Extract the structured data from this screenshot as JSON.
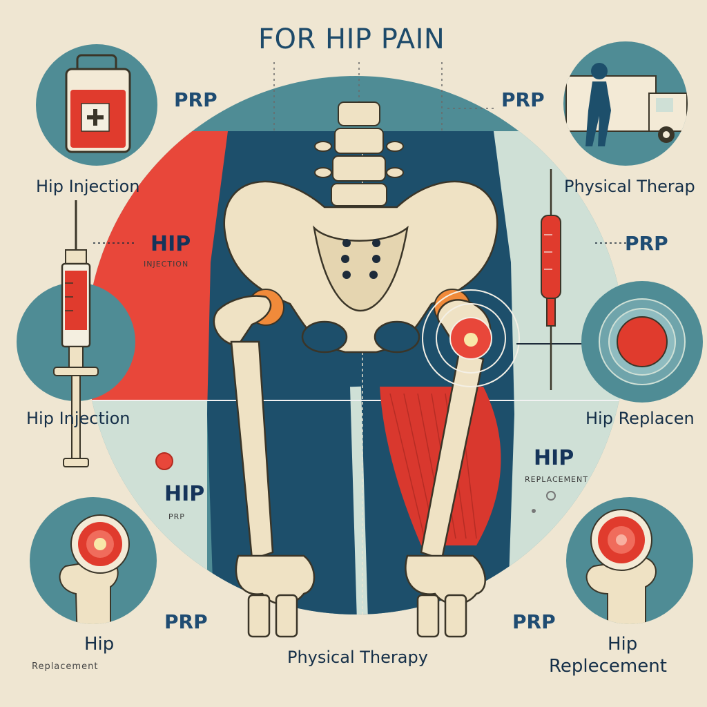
{
  "title": "FOR HIP PAIN",
  "colors": {
    "background": "#efe6d2",
    "teal": "#4f8c95",
    "navy": "#1d4f6b",
    "red": "#e8473a",
    "bone": "#efe2c4",
    "mint": "#cfe0d6"
  },
  "labels": {
    "prp_top_left": "PRP",
    "prp_top_right": "PRP",
    "prp_mid_right": "PRP",
    "prp_bottom_left": "PRP",
    "prp_bottom_right": "PRP",
    "hip_injection_1": "Hip Injection",
    "hip_injection_2": "Hip Injection",
    "physical_therapy_top": "Physical Therap",
    "hip_replacement_right": "Hip Replacen",
    "hip_band_red": "HIP",
    "hip_band_red_sub": "INJECTION",
    "hip_band_left": "HIP",
    "hip_band_left_sub": "PRP",
    "hip_band_right": "HIP",
    "hip_band_right_sub": "REPLACEMENT",
    "hip_bottom_left": "Hip",
    "hip_bottom_left_sub": "Replacement",
    "physical_therapy_bottom": "Physical Therapy",
    "hip_bottom_right": "Hip",
    "replacement_bottom_right": "Replecement"
  },
  "icons": {
    "top_left": "iv-bag-icon",
    "top_right": "walking-person-truck-icon",
    "mid_left": "syringe-icon",
    "mid_right": "red-button-icon",
    "bottom_left": "femur-head-icon",
    "bottom_right": "femur-head-icon",
    "center": "pelvis-skeleton-illustration"
  }
}
